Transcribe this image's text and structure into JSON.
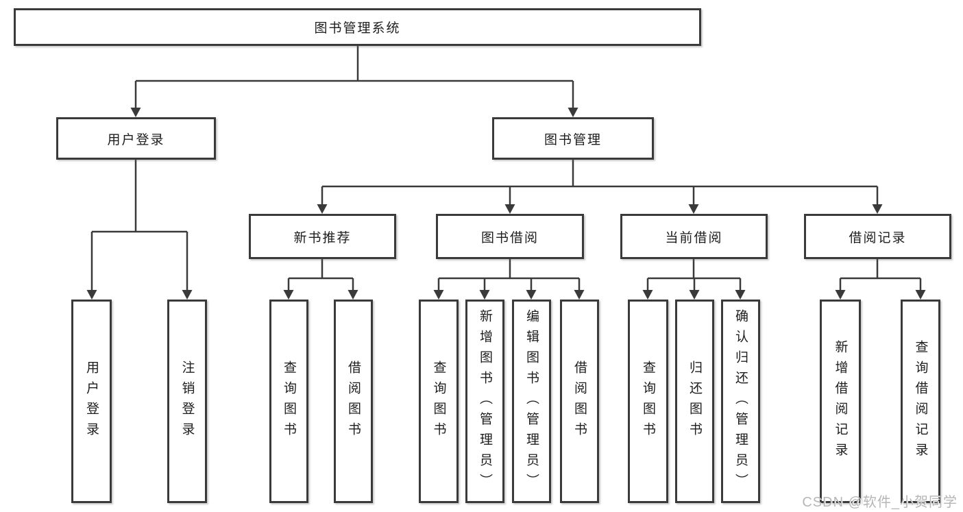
{
  "colors": {
    "background": "#ffffff",
    "line": "#3a3a3a",
    "box_border": "#3a3a3a",
    "text": "#1d1d1d",
    "watermark": "#b6b6b6"
  },
  "tree": {
    "root": {
      "label": "图书管理系统"
    },
    "level2": [
      {
        "label": "用户登录",
        "leaves": [
          {
            "label": "用户登录"
          },
          {
            "label": "注销登录"
          }
        ]
      },
      {
        "label": "图书管理",
        "groups": [
          {
            "label": "新书推荐",
            "leaves": [
              {
                "label": "查询图书"
              },
              {
                "label": "借阅图书"
              }
            ]
          },
          {
            "label": "图书借阅",
            "leaves": [
              {
                "label": "查询图书"
              },
              {
                "label": "新增图书（管理员）"
              },
              {
                "label": "编辑图书（管理员）"
              },
              {
                "label": "借阅图书"
              }
            ]
          },
          {
            "label": "当前借阅",
            "leaves": [
              {
                "label": "查询图书"
              },
              {
                "label": "归还图书"
              },
              {
                "label": "确认归还（管理员）"
              }
            ]
          },
          {
            "label": "借阅记录",
            "leaves": [
              {
                "label": "新增借阅记录"
              },
              {
                "label": "查询借阅记录"
              }
            ]
          }
        ]
      }
    ]
  },
  "watermark": {
    "text": "CSDN @软件_小贺同学"
  }
}
